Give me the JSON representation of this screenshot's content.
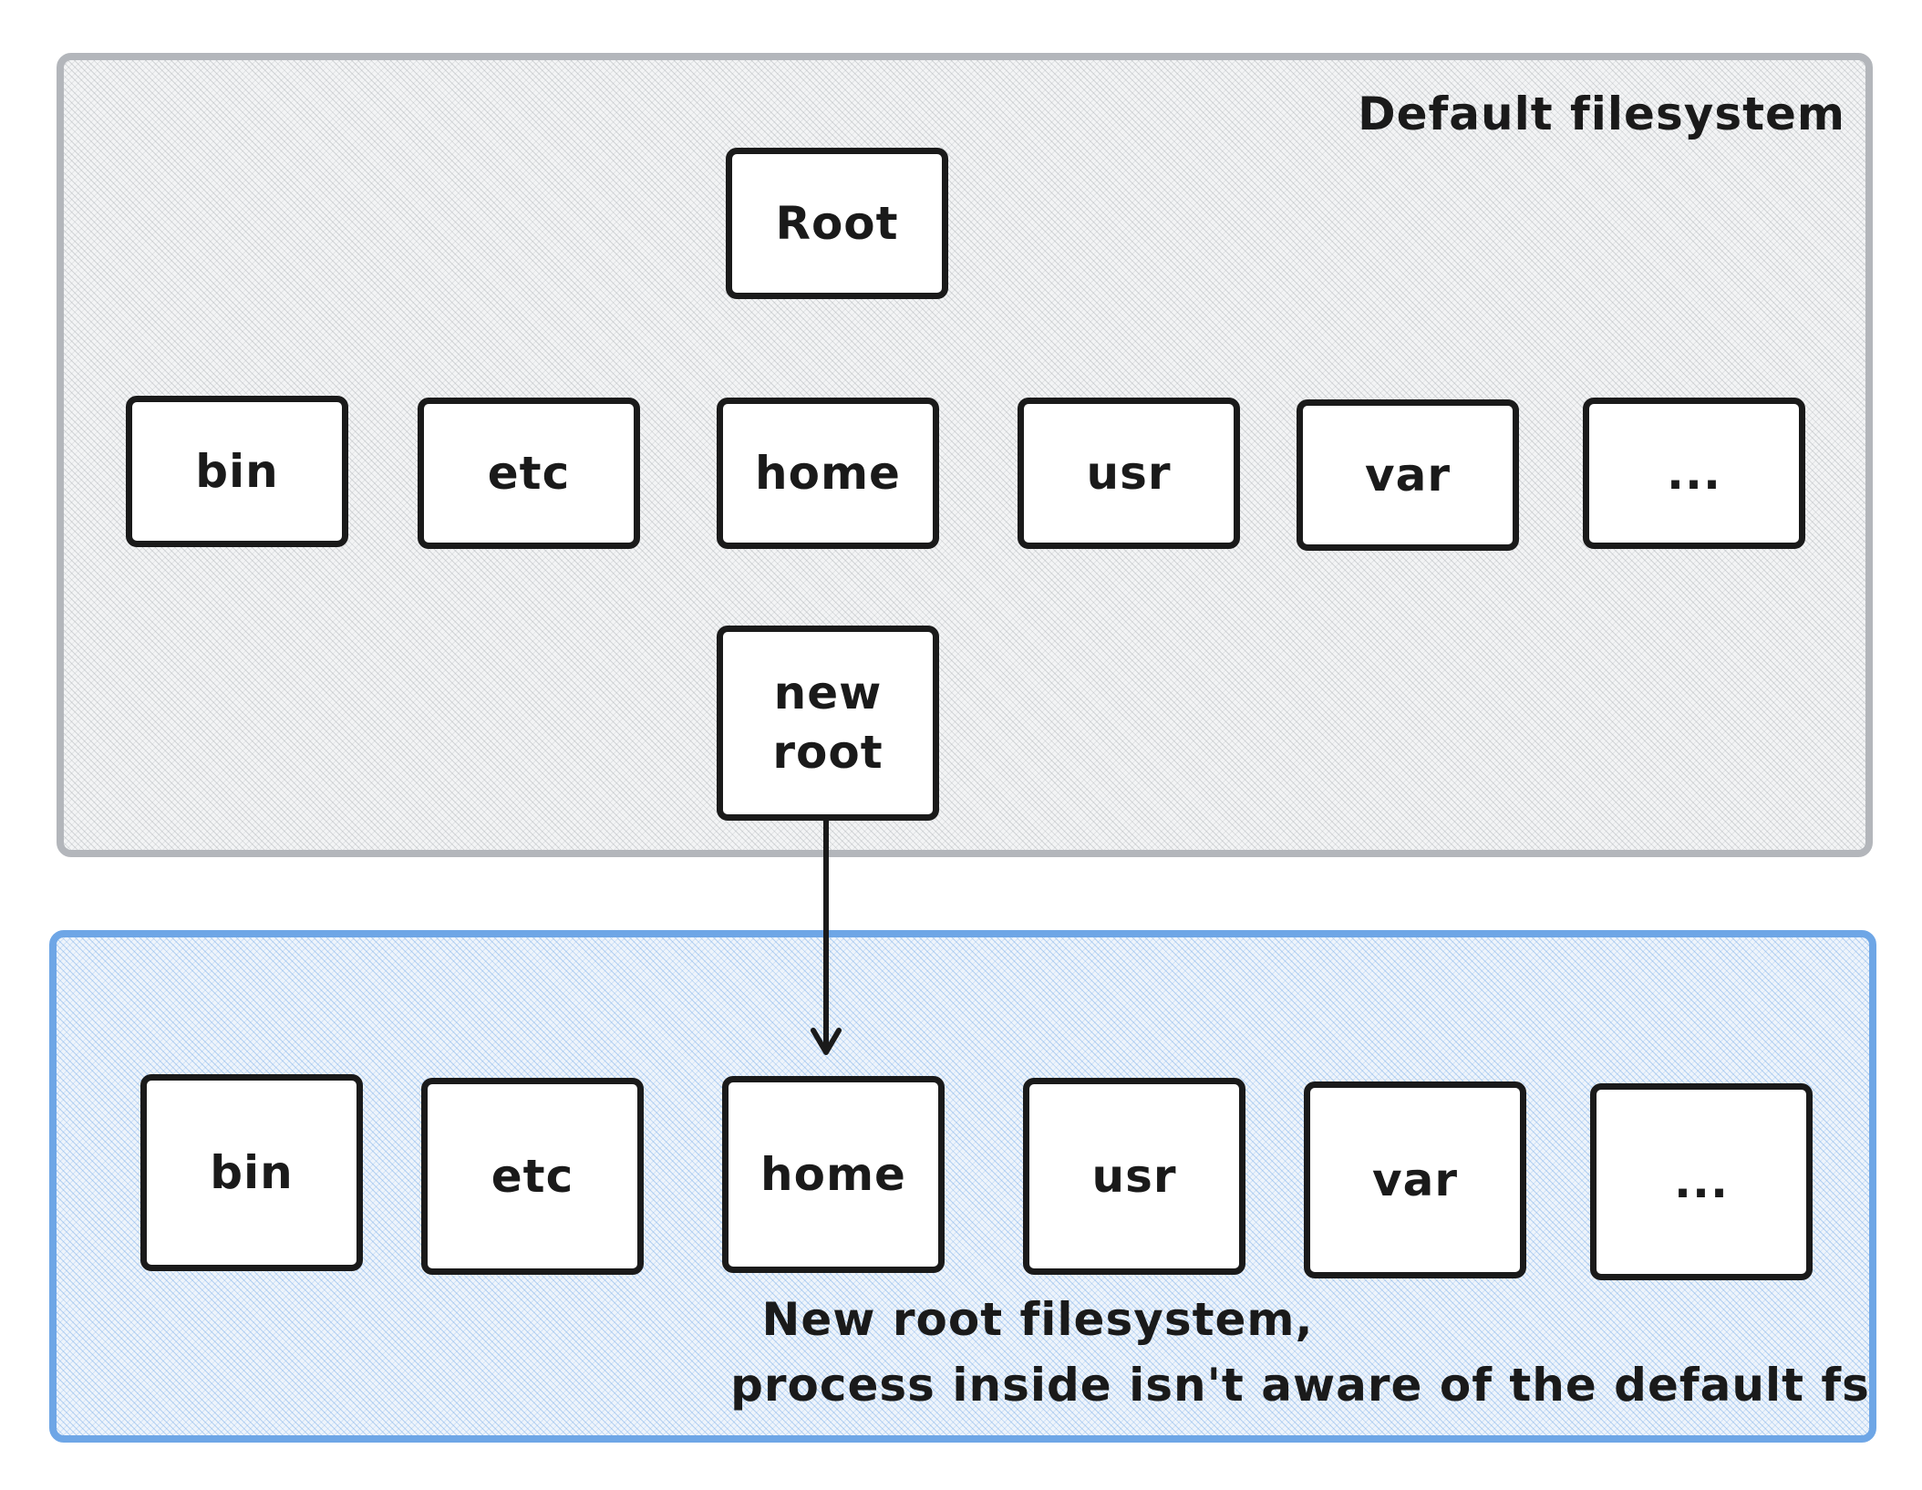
{
  "default_filesystem": {
    "label": "Default filesystem",
    "root": "Root",
    "folders": [
      "bin",
      "etc",
      "home",
      "usr",
      "var",
      "..."
    ],
    "new_root": "new\nroot"
  },
  "new_root_filesystem": {
    "label_line1": "New root filesystem,",
    "label_line2": "process inside isn't aware of the default fs",
    "folders": [
      "bin",
      "etc",
      "home",
      "usr",
      "var",
      "..."
    ]
  },
  "colors": {
    "default_border": "#b3b6bb",
    "new_border": "#6ea6e6",
    "node_border": "#1a1a1a"
  }
}
